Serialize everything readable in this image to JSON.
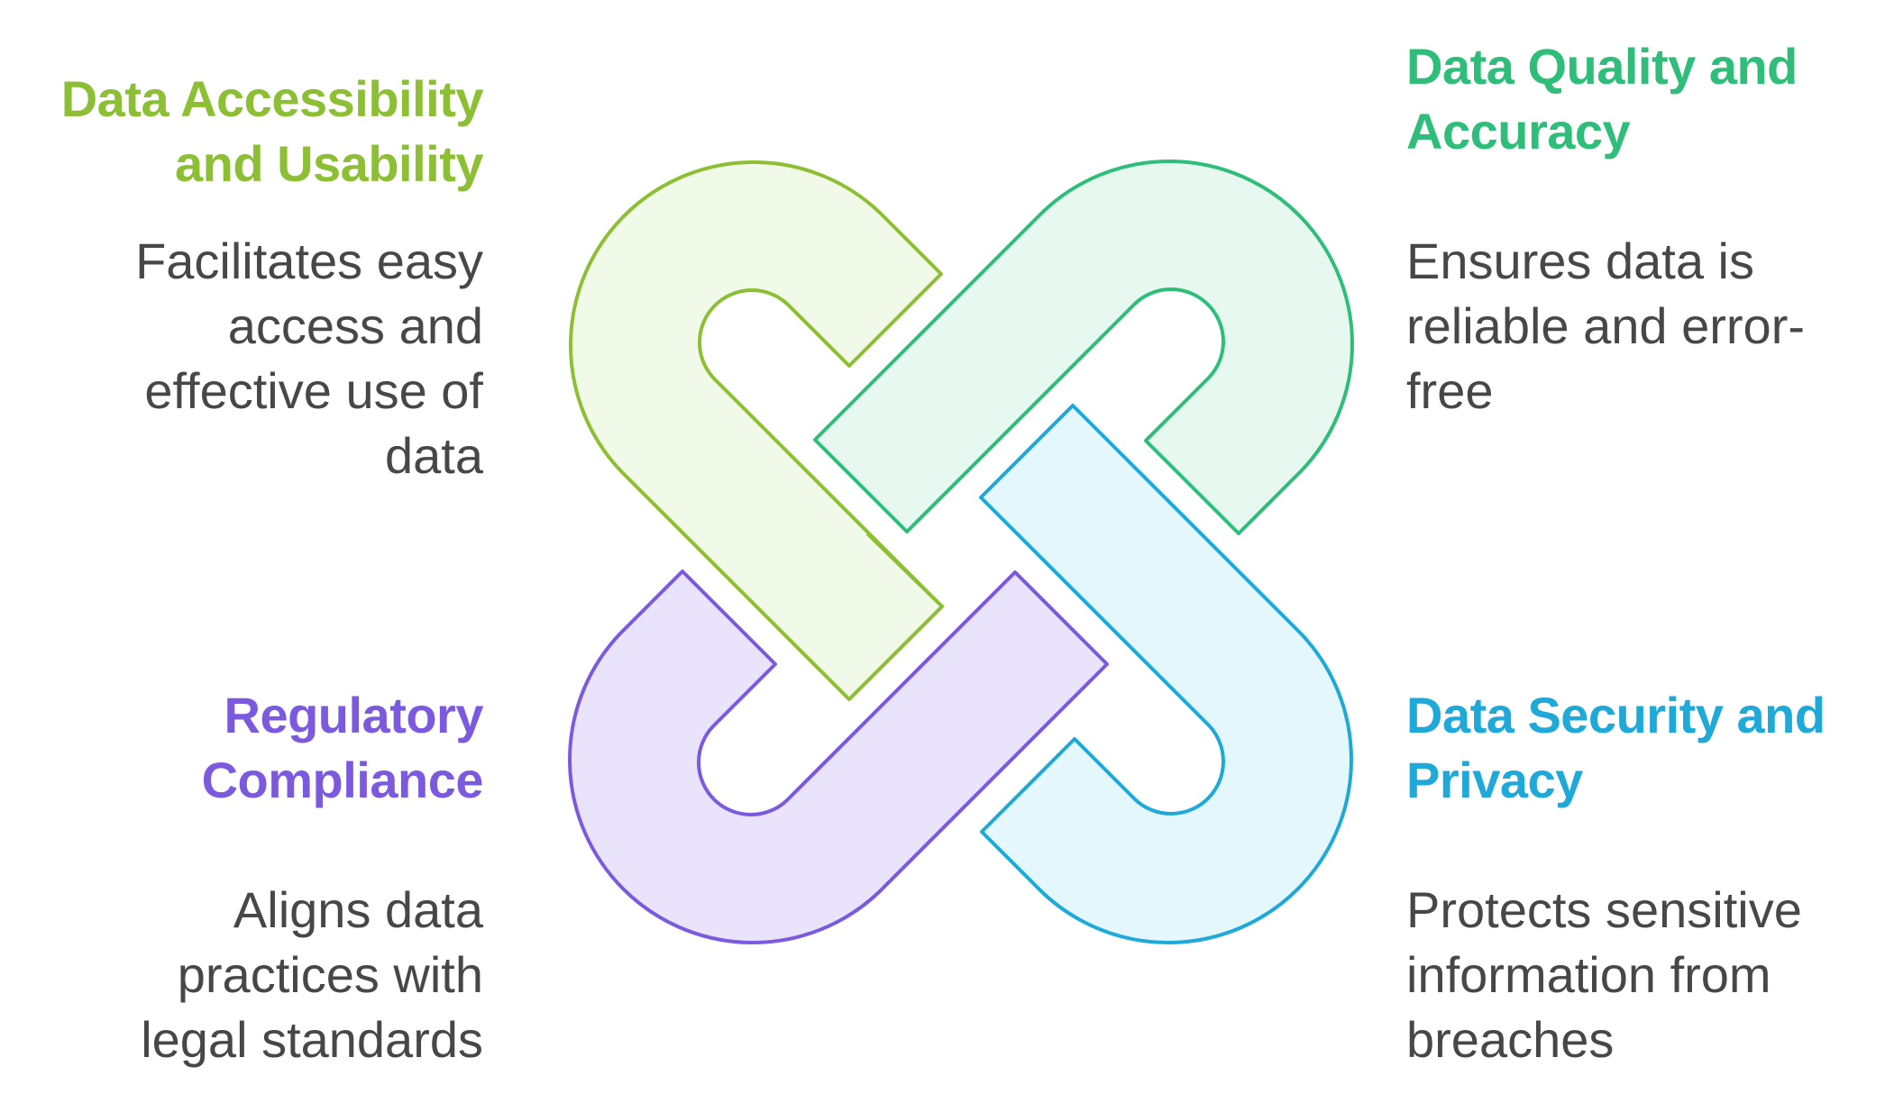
{
  "sections": {
    "top_left": {
      "title": "Data Accessibility\nand Usability",
      "description": "Facilitates easy\naccess and\neffective use of\ndata",
      "color": "#8dbf34",
      "fill": "#f1f9e9"
    },
    "top_right": {
      "title": "Data Quality and\nAccuracy",
      "description": "Ensures data is\nreliable and error-\nfree",
      "color": "#2fbd7a",
      "fill": "#e6f8ef"
    },
    "bottom_left": {
      "title": "Regulatory\nCompliance",
      "description": "Aligns data\npractices with\nlegal standards",
      "color": "#7c5ae0",
      "fill": "#e9e4fb"
    },
    "bottom_right": {
      "title": "Data Security and\nPrivacy",
      "description": "Protects sensitive\ninformation from\nbreaches",
      "color": "#1ea9d8",
      "fill": "#e3f7fc"
    }
  }
}
